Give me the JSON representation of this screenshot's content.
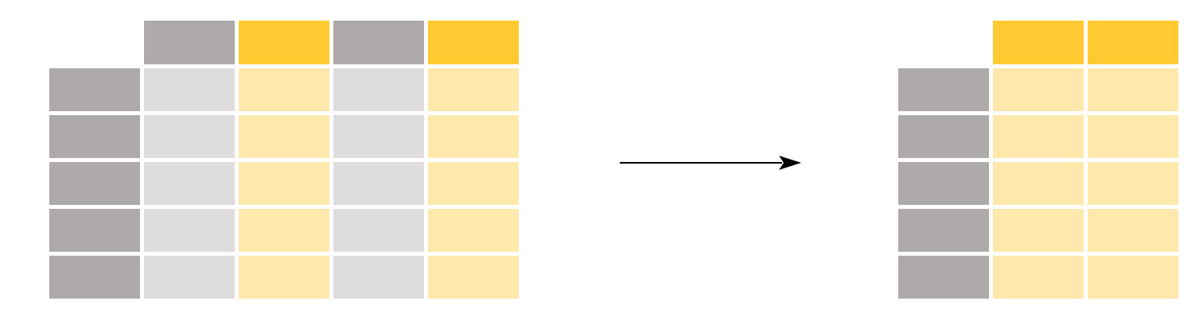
{
  "colors": {
    "empty": "#ffffff",
    "header_gray": "#aeaaa9",
    "header_yellow": "#fec931",
    "rowhead_gray": "#aeaaa9",
    "body_gray": "#dedcdc",
    "body_yellow": "#fee8ac",
    "arrow": "#000000"
  },
  "source_table": {
    "header_row": [
      "empty",
      "header_gray",
      "header_yellow",
      "header_gray",
      "header_yellow"
    ],
    "body_row": [
      "rowhead_gray",
      "body_gray",
      "body_yellow",
      "body_gray",
      "body_yellow"
    ],
    "row_count": 5
  },
  "result_table": {
    "header_row": [
      "empty",
      "header_yellow",
      "header_yellow"
    ],
    "body_row": [
      "rowhead_gray",
      "body_yellow",
      "body_yellow"
    ],
    "row_count": 5
  },
  "arrow": {
    "direction": "right"
  }
}
